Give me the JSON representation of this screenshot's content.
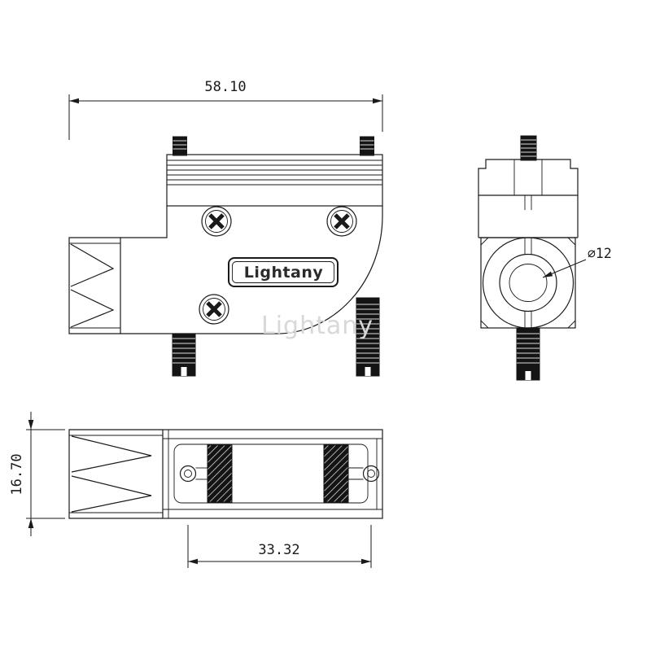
{
  "drawing": {
    "brand_label": "Lightany",
    "watermark": "Lightany"
  },
  "dimensions": {
    "top_width": "58.10",
    "height": "16.70",
    "screw_spacing": "33.32",
    "hole_diameter": "⌀12"
  },
  "colors": {
    "line": "#1a1a1a",
    "fill_dark": "#141414",
    "watermark": "#d8d8d8",
    "label_text": "#2b2b2b",
    "background": "#ffffff"
  }
}
